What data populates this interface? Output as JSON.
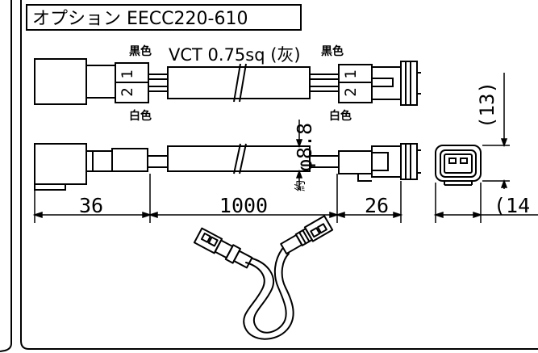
{
  "title": "オプション EECC220-610",
  "cable": {
    "left_color": "黒色",
    "spec": "VCT 0.75sq (灰)",
    "right_color": "黒色",
    "left_pins": [
      "2",
      "1"
    ],
    "right_pins": [
      "2",
      "1"
    ],
    "left_bottom_color": "白色",
    "right_bottom_color": "白色"
  },
  "dimensions": {
    "left_length": "36",
    "cable_length": "1000",
    "right_length": "26",
    "height": "(13)",
    "width": "(14",
    "diameter_prefix": "約",
    "diameter": "φ8.8"
  }
}
